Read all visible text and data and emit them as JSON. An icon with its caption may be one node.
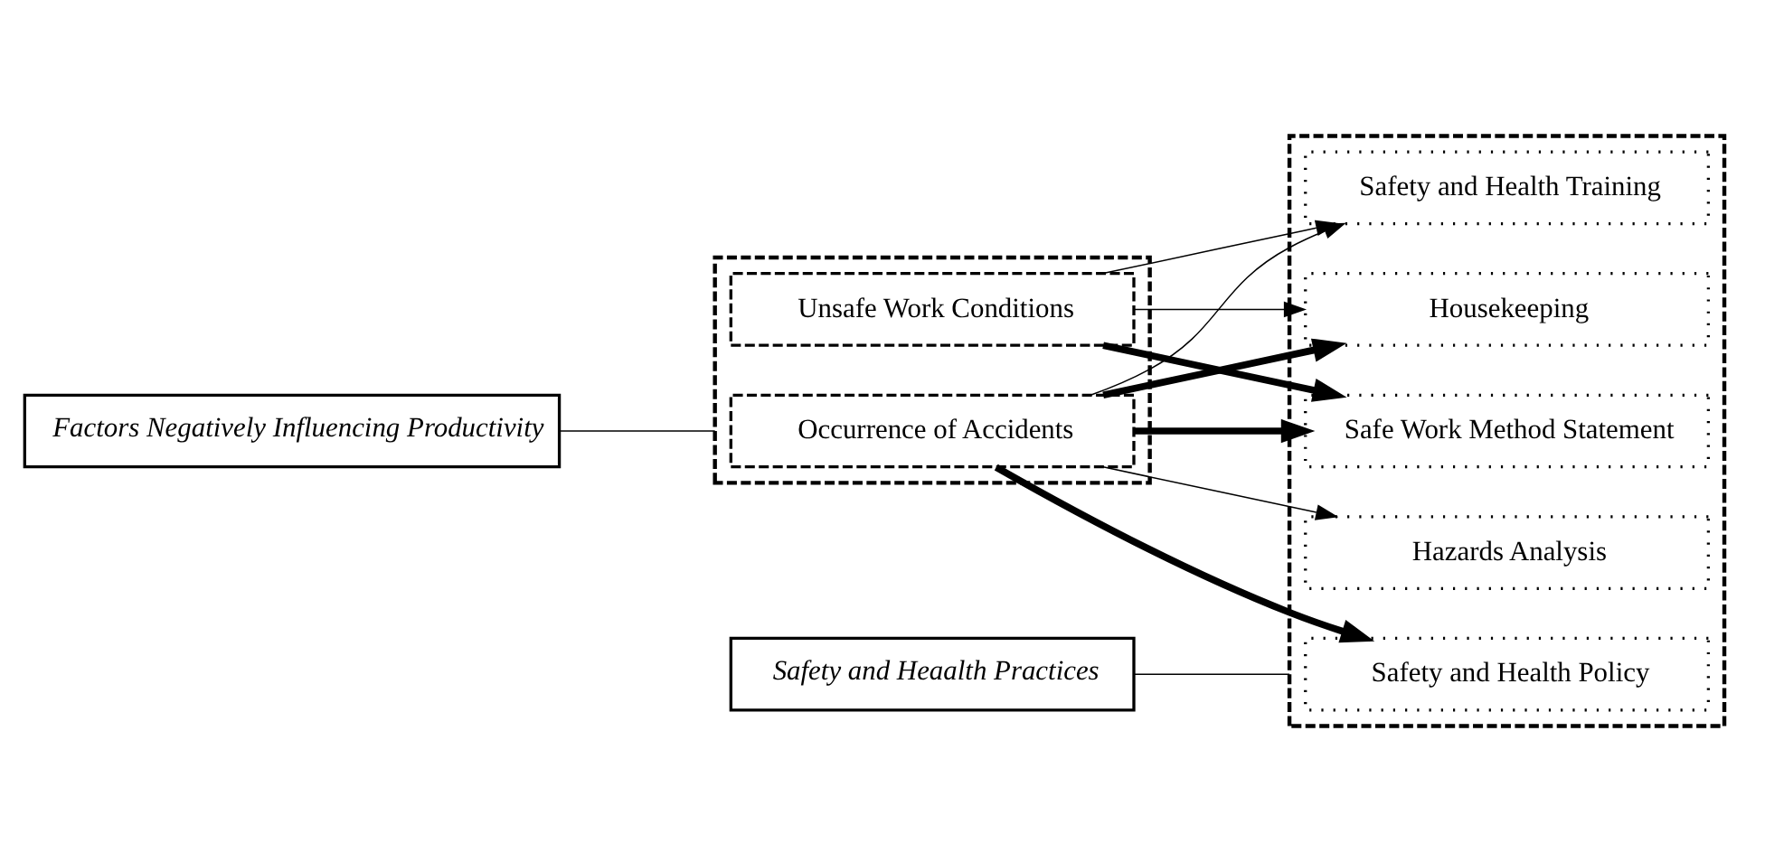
{
  "diagram": {
    "nodes": [
      {
        "text": [
          "Factors Negatively Influencing Productivity"
        ]
      },
      {
        "text": [],
        "shape": "box"
      },
      {
        "text": [
          "Occurrence of Accidents"
        ],
        "in": 1
      },
      {
        "text": [
          "Unsafe Work Conditions"
        ],
        "in": 1
      },
      {
        "text": [
          "Safety and Heaalth Practices"
        ]
      },
      {
        "text": [],
        "shape": "box"
      },
      {
        "text": [
          "Safety and Health Policy"
        ],
        "in": 5
      },
      {
        "text": [
          "Hazards Analysis"
        ],
        "in": 5
      },
      {
        "text": [
          "Safe Work Method Statement"
        ],
        "in": 5
      },
      {
        "text": [
          "Safety and Health Training"
        ],
        "in": 5
      },
      {
        "text": [
          "Housekeeping"
        ],
        "in": 5
      }
    ],
    "edges": [
      {
        "from": 0,
        "to": 1,
        "arrow": "none"
      },
      {
        "from": 4,
        "to": 5,
        "arrow": "none"
      },
      {
        "from": 2,
        "to": 6,
        "arrow": "to",
        "style": "thick"
      },
      {
        "from": 2,
        "to": 7,
        "arrow": "to"
      },
      {
        "from": 2,
        "to": 8,
        "arrow": "to",
        "style": "thick"
      },
      {
        "from": 2,
        "to": 9,
        "arrow": "to"
      },
      {
        "from": 2,
        "to": 10,
        "arrow": "to",
        "style": "thick"
      },
      {
        "from": 3,
        "to": 8,
        "arrow": "to",
        "style": "thick"
      },
      {
        "from": 3,
        "to": 9,
        "arrow": "to"
      },
      {
        "from": 3,
        "to": 10,
        "arrow": "to"
      }
    ]
  }
}
